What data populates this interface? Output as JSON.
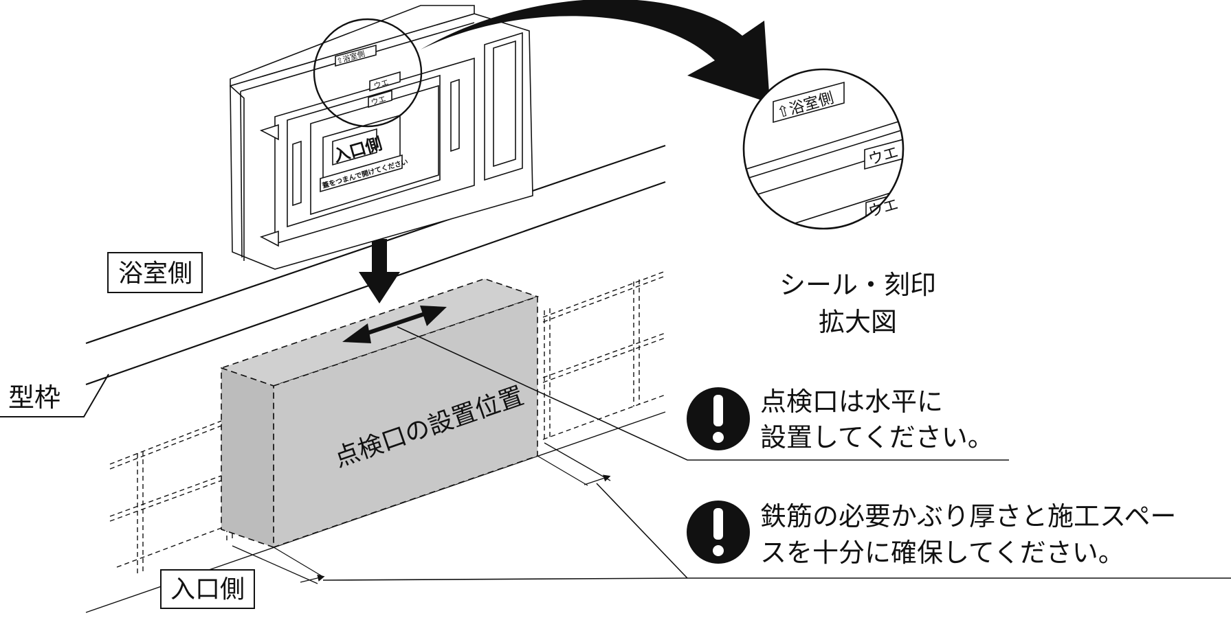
{
  "labels": {
    "bathroom_side": "浴室側",
    "entrance_side": "入口側",
    "formwork": "型枠",
    "inspection_position": "点検口の設置位置",
    "magnified_caption_line1": "シール・刻印",
    "magnified_caption_line2": "拡大図"
  },
  "device": {
    "top_seal": "⇧浴室側",
    "stamp_1": "ウエ",
    "stamp_2": "ウエ",
    "entrance_label": "入口側",
    "instruction": "蓋をつまんで開けてください"
  },
  "magnified": {
    "seal": "⇧浴室側",
    "stamp_1": "ウエ",
    "stamp_2": "ウエ"
  },
  "notices": [
    {
      "line1": "点検口は水平に",
      "line2": "設置してください。"
    },
    {
      "line1": "鉄筋の必要かぶり厚さと施工スペー",
      "line2": "スを十分に確保してください。"
    }
  ],
  "colors": {
    "line": "#111111",
    "box_fill": "#cccccc",
    "warning_fill": "#111111",
    "warning_mark": "#ffffff"
  },
  "icons": [
    "warning-icon",
    "down-arrow-icon",
    "double-arrow-icon",
    "curved-arrow-icon"
  ]
}
